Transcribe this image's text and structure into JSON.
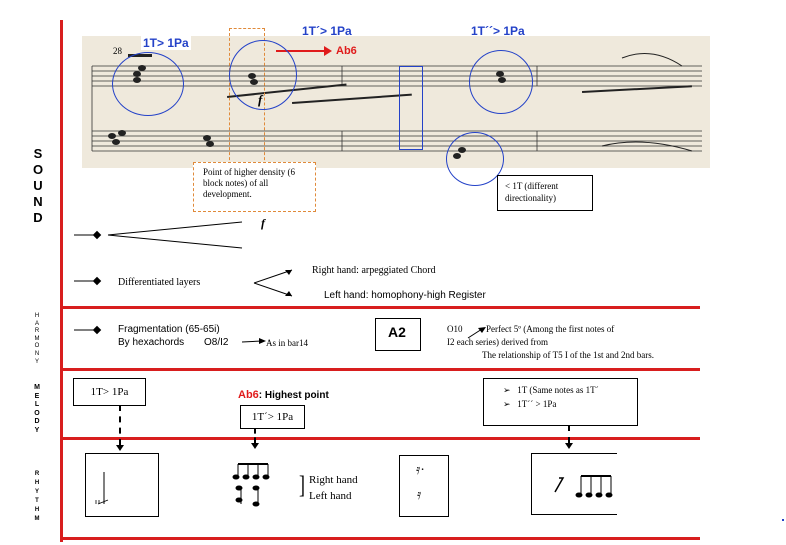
{
  "sections": {
    "sound": [
      "S",
      "O",
      "U",
      "N",
      "D"
    ],
    "harmony": [
      "H",
      "A",
      "R",
      "M",
      "O",
      "N",
      "Y"
    ],
    "melody": [
      "M",
      "E",
      "L",
      "O",
      "D",
      "Y"
    ],
    "rhythm": [
      "R",
      "H",
      "Y",
      "T",
      "H",
      "M"
    ]
  },
  "score": {
    "bar_number": "28",
    "label_1": "1T> 1Pa",
    "label_2": "1T´> 1Pa",
    "label_3": "1T´´> 1Pa",
    "ab6_label": "Ab6",
    "dynamic_mark": "f",
    "density_note": "Point of higher density (6 block notes) of all development.",
    "directionality_note": "< 1T (different directionality)"
  },
  "sound": {
    "dynamic": "f",
    "layers_label": "Differentiated layers",
    "right_hand": "Right hand: arpeggiated Chord",
    "left_hand": "Left hand: homophony-high Register"
  },
  "harmony": {
    "fragmentation": "Fragmentation   (65-65i)",
    "hexachords": "By hexachords",
    "o8i2": "O8/I2",
    "as_in_bar": "As in bar14",
    "a2": "A2",
    "o10": "O10",
    "perfect_line1": "Perfect 5º (Among the first notes of",
    "perfect_line2": "I2 each series) derived from",
    "perfect_line3": "The relationship of T5 I of the 1st and 2nd bars."
  },
  "melody": {
    "box1": "1T> 1Pa",
    "ab6": "Ab6",
    "highest": ": Highest point",
    "box2": "1T´> 1Pa",
    "bullet1": "1T (Same notes as 1T´",
    "bullet2": "1T´´ > 1Pa"
  },
  "rhythm": {
    "right_hand": "Right hand",
    "left_hand": "Left hand"
  },
  "colors": {
    "red": "#d81e1e",
    "blue": "#2442c8",
    "orange": "#e08a3a"
  }
}
